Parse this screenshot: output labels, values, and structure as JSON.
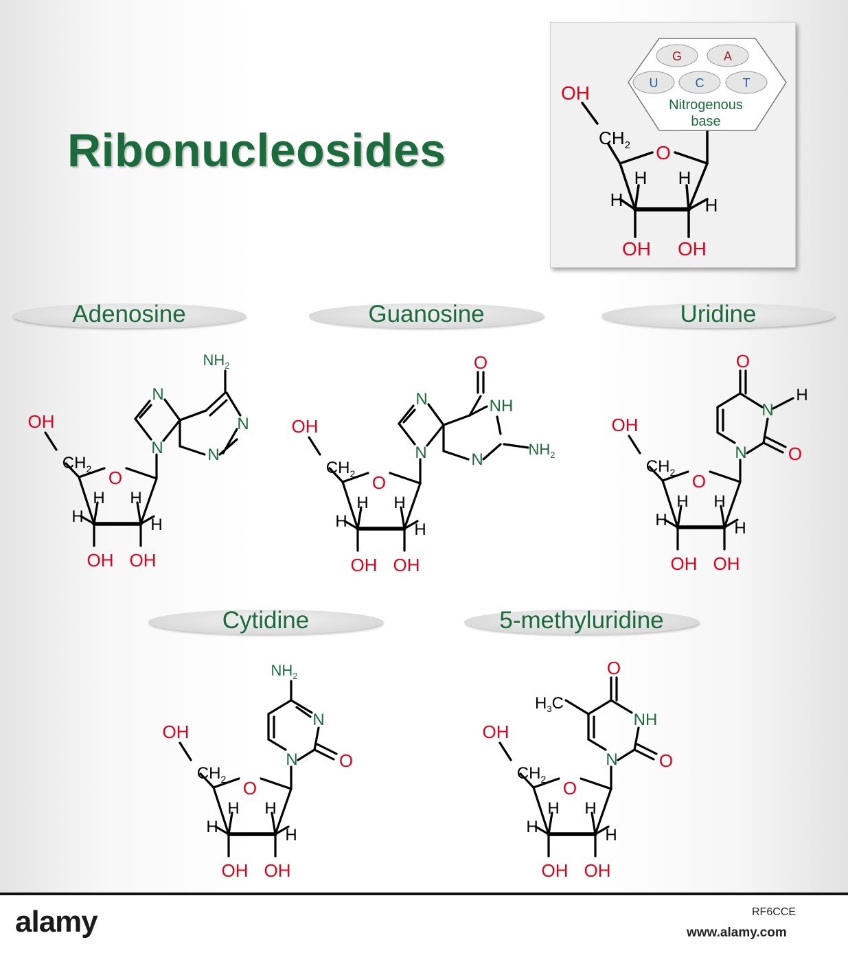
{
  "title": "Ribonucleosides",
  "legend": {
    "bases": [
      "G",
      "A",
      "U",
      "C",
      "T"
    ],
    "base_label_line1": "Nitrogenous",
    "base_label_line2": "base",
    "oh": "OH",
    "ch2": "CH",
    "ch2_sub": "2",
    "o": "O",
    "h": "H"
  },
  "molecules": [
    {
      "name": "Adenosine"
    },
    {
      "name": "Guanosine"
    },
    {
      "name": "Uridine"
    },
    {
      "name": "Cytidine"
    },
    {
      "name": "5-methyluridine"
    }
  ],
  "atoms": {
    "N": "N",
    "NH": "NH",
    "NH2": "NH",
    "sub2": "2",
    "O": "O",
    "H": "H",
    "OH": "OH",
    "CH2": "CH",
    "H3C_h": "H",
    "H3C_sub": "3",
    "H3C_c": "C"
  },
  "colors": {
    "green": "#1c6b3c",
    "red": "#e0001a",
    "black": "#000000"
  },
  "watermark": {
    "logo": "alamy",
    "image_id": "RF6CCE",
    "url": "www.alamy.com"
  }
}
